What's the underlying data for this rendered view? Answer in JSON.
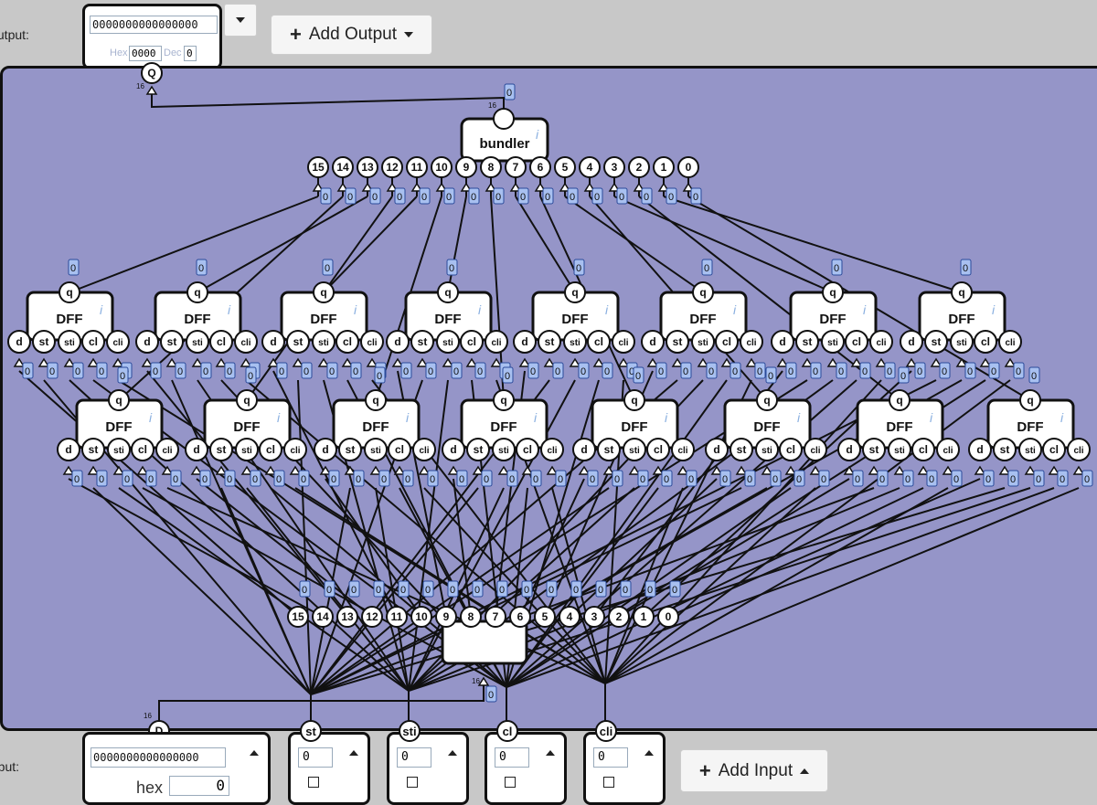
{
  "output_panel": {
    "label": "Output:",
    "name": "Q",
    "bits": "0000000000000000",
    "hex_label": "Hex",
    "hex_value": "0000",
    "dec_label": "Dec",
    "dec_value": "0",
    "width": "16"
  },
  "add_output_label": "Add Output",
  "input_panel": {
    "label": "Input:",
    "d": {
      "name": "D",
      "bits": "0000000000000000",
      "hex_label": "hex",
      "hex_value": "0",
      "width": "16"
    },
    "controls": [
      {
        "name": "st",
        "value": "0"
      },
      {
        "name": "sti",
        "value": "0"
      },
      {
        "name": "cl",
        "value": "0"
      },
      {
        "name": "cli",
        "value": "0"
      }
    ]
  },
  "add_input_label": "Add Input",
  "circuit": {
    "bundler": {
      "title": "bundler",
      "bits": [
        "15",
        "14",
        "13",
        "12",
        "11",
        "10",
        "9",
        "8",
        "7",
        "6",
        "5",
        "4",
        "3",
        "2",
        "1",
        "0"
      ],
      "width": "16"
    },
    "unbundler": {
      "bits": [
        "15",
        "14",
        "13",
        "12",
        "11",
        "10",
        "9",
        "8",
        "7",
        "6",
        "5",
        "4",
        "3",
        "2",
        "1",
        "0"
      ],
      "width": "16"
    },
    "dff": {
      "title": "DFF",
      "output_pin": "q",
      "input_pins": [
        "d",
        "st",
        "sti",
        "cl",
        "cli"
      ],
      "info_icon": "info-icon"
    },
    "wire_value": "0"
  },
  "colors": {
    "canvas": "#9595c8",
    "value_badge": "#a8c0f0",
    "background": "#c8c8c8"
  }
}
